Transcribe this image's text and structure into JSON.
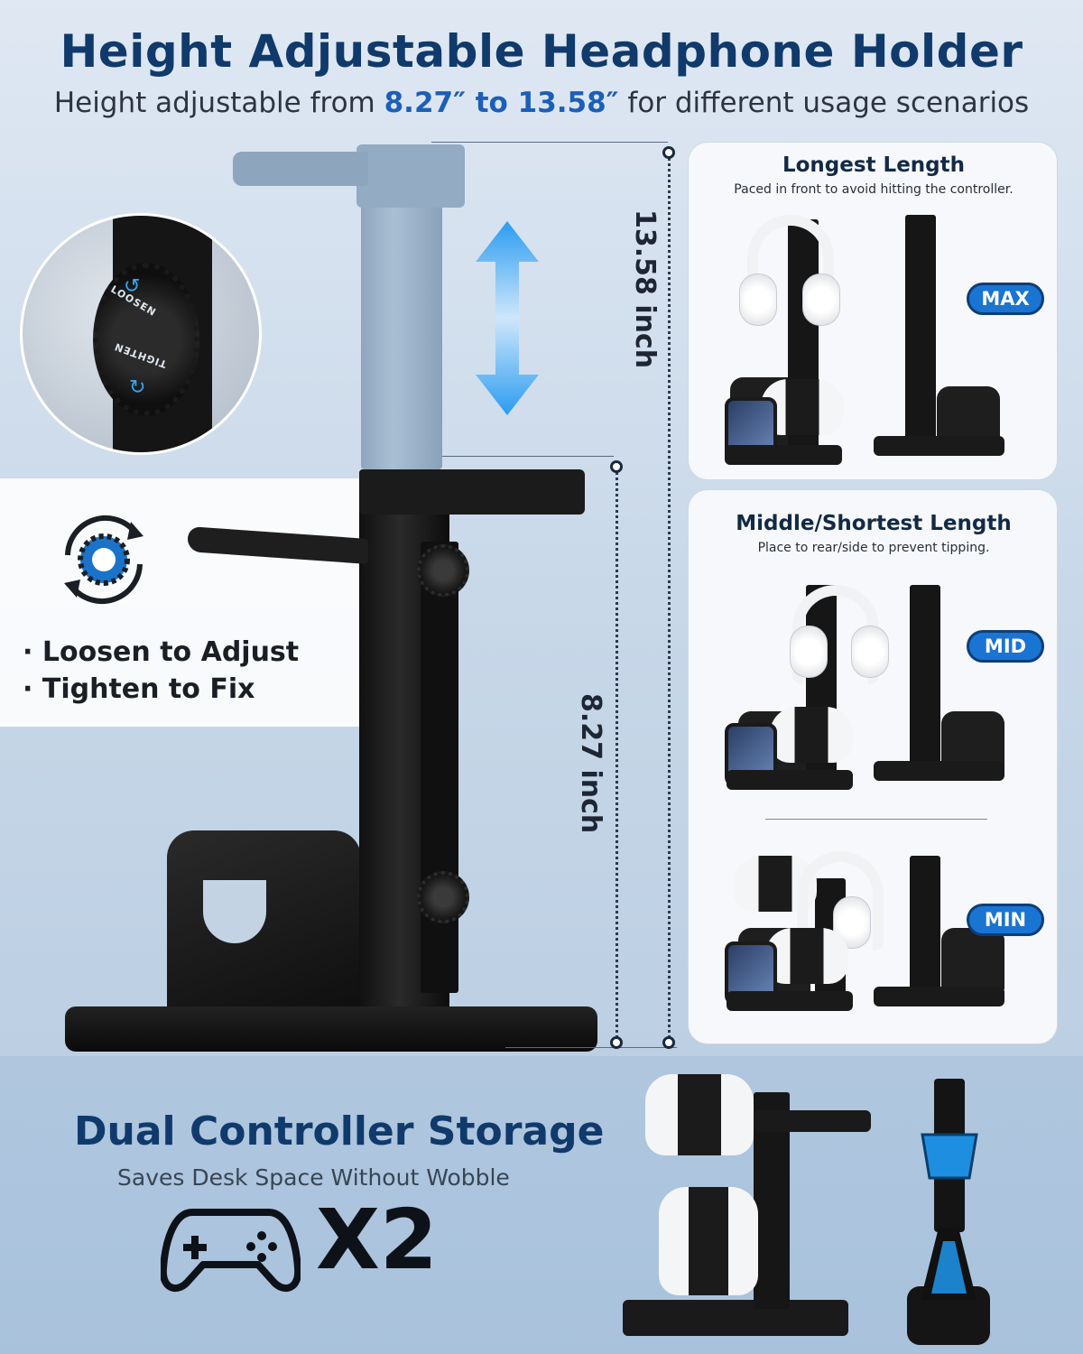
{
  "header": {
    "title": "Height Adjustable Headphone Holder",
    "subtitle_prefix": "Height adjustable from ",
    "subtitle_range": "8.27″ to 13.58″",
    "subtitle_suffix": " for different usage scenarios"
  },
  "dimensions": {
    "max_label": "13.58 inch",
    "min_label": "8.27 inch"
  },
  "knob_zoom": {
    "loosen": "LOOSEN",
    "tighten": "TIGHTEN"
  },
  "instructions": {
    "items": [
      "Loosen to Adjust",
      "Tighten to Fix"
    ],
    "bullet": "·"
  },
  "cards": {
    "longest": {
      "title": "Longest Length",
      "subtitle": "Paced in front to avoid hitting the controller.",
      "badge": "MAX"
    },
    "middle": {
      "title": "Middle/Shortest Length",
      "subtitle": "Place to rear/side to prevent tipping.",
      "badge_mid": "MID",
      "badge_min": "MIN"
    }
  },
  "storage": {
    "title": "Dual Controller Storage",
    "subtitle": "Saves Desk Space Without Wobble",
    "multiplier": "X2"
  },
  "colors": {
    "title": "#0f3a6b",
    "accent": "#1b5fb8",
    "badge": "#1a74d2",
    "arrow": "#39a4ef"
  }
}
